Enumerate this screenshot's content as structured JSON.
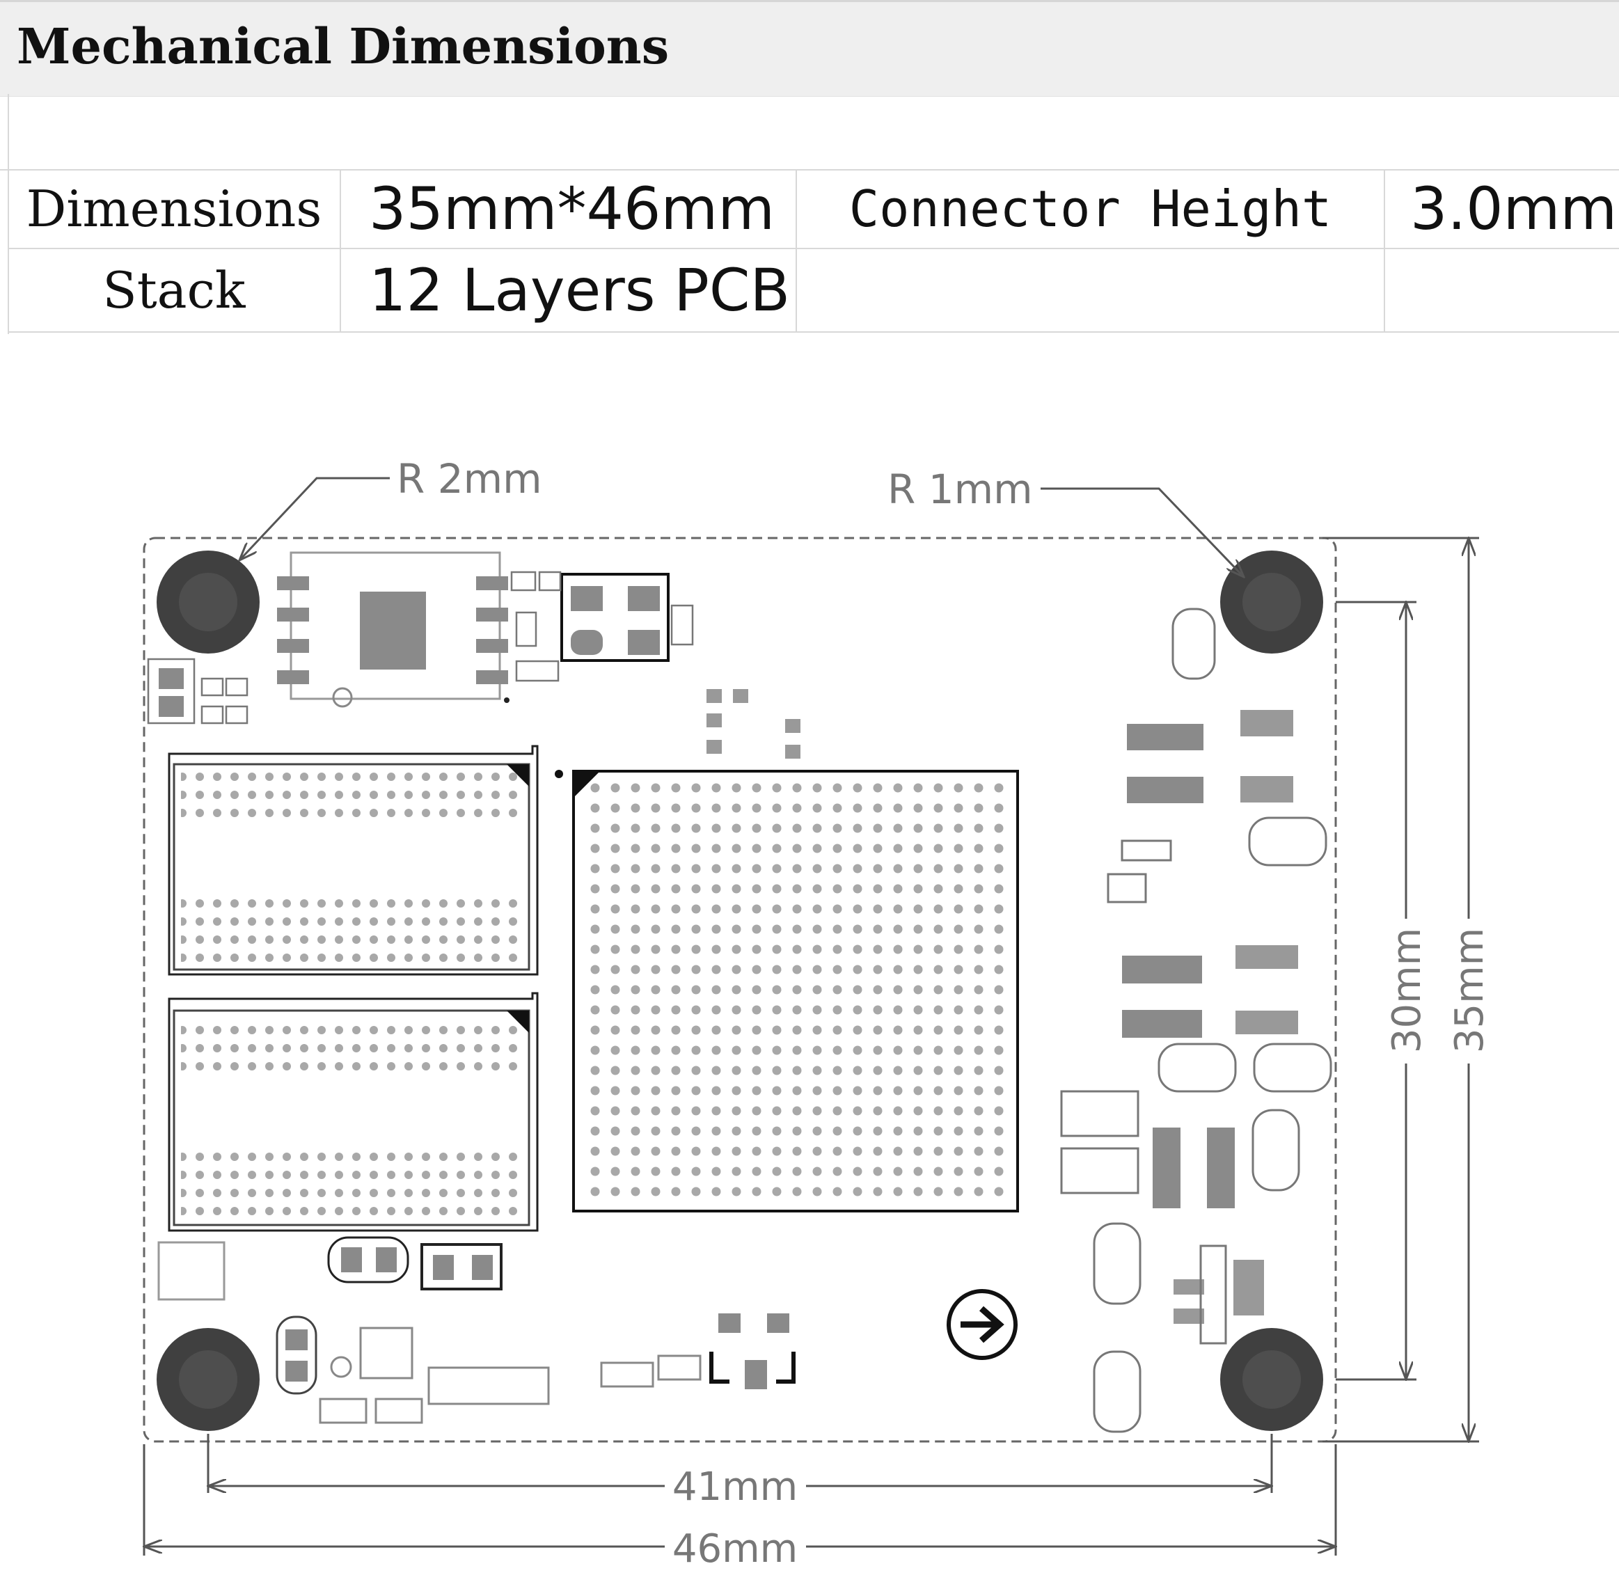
{
  "title": "Mechanical Dimensions",
  "table": {
    "row1": {
      "label_a": "Dimensions",
      "value_a": "35mm*46mm",
      "label_b": "Connector Height",
      "value_b": "3.0mm"
    },
    "row2": {
      "label_a": "Stack",
      "value_a": "12 Layers PCB"
    }
  },
  "drawing": {
    "callout_left": "R 2mm",
    "callout_right": "R 1mm",
    "dim_inner_width": "41mm",
    "dim_outer_width": "46mm",
    "dim_inner_height": "30mm",
    "dim_outer_height": "35mm"
  }
}
